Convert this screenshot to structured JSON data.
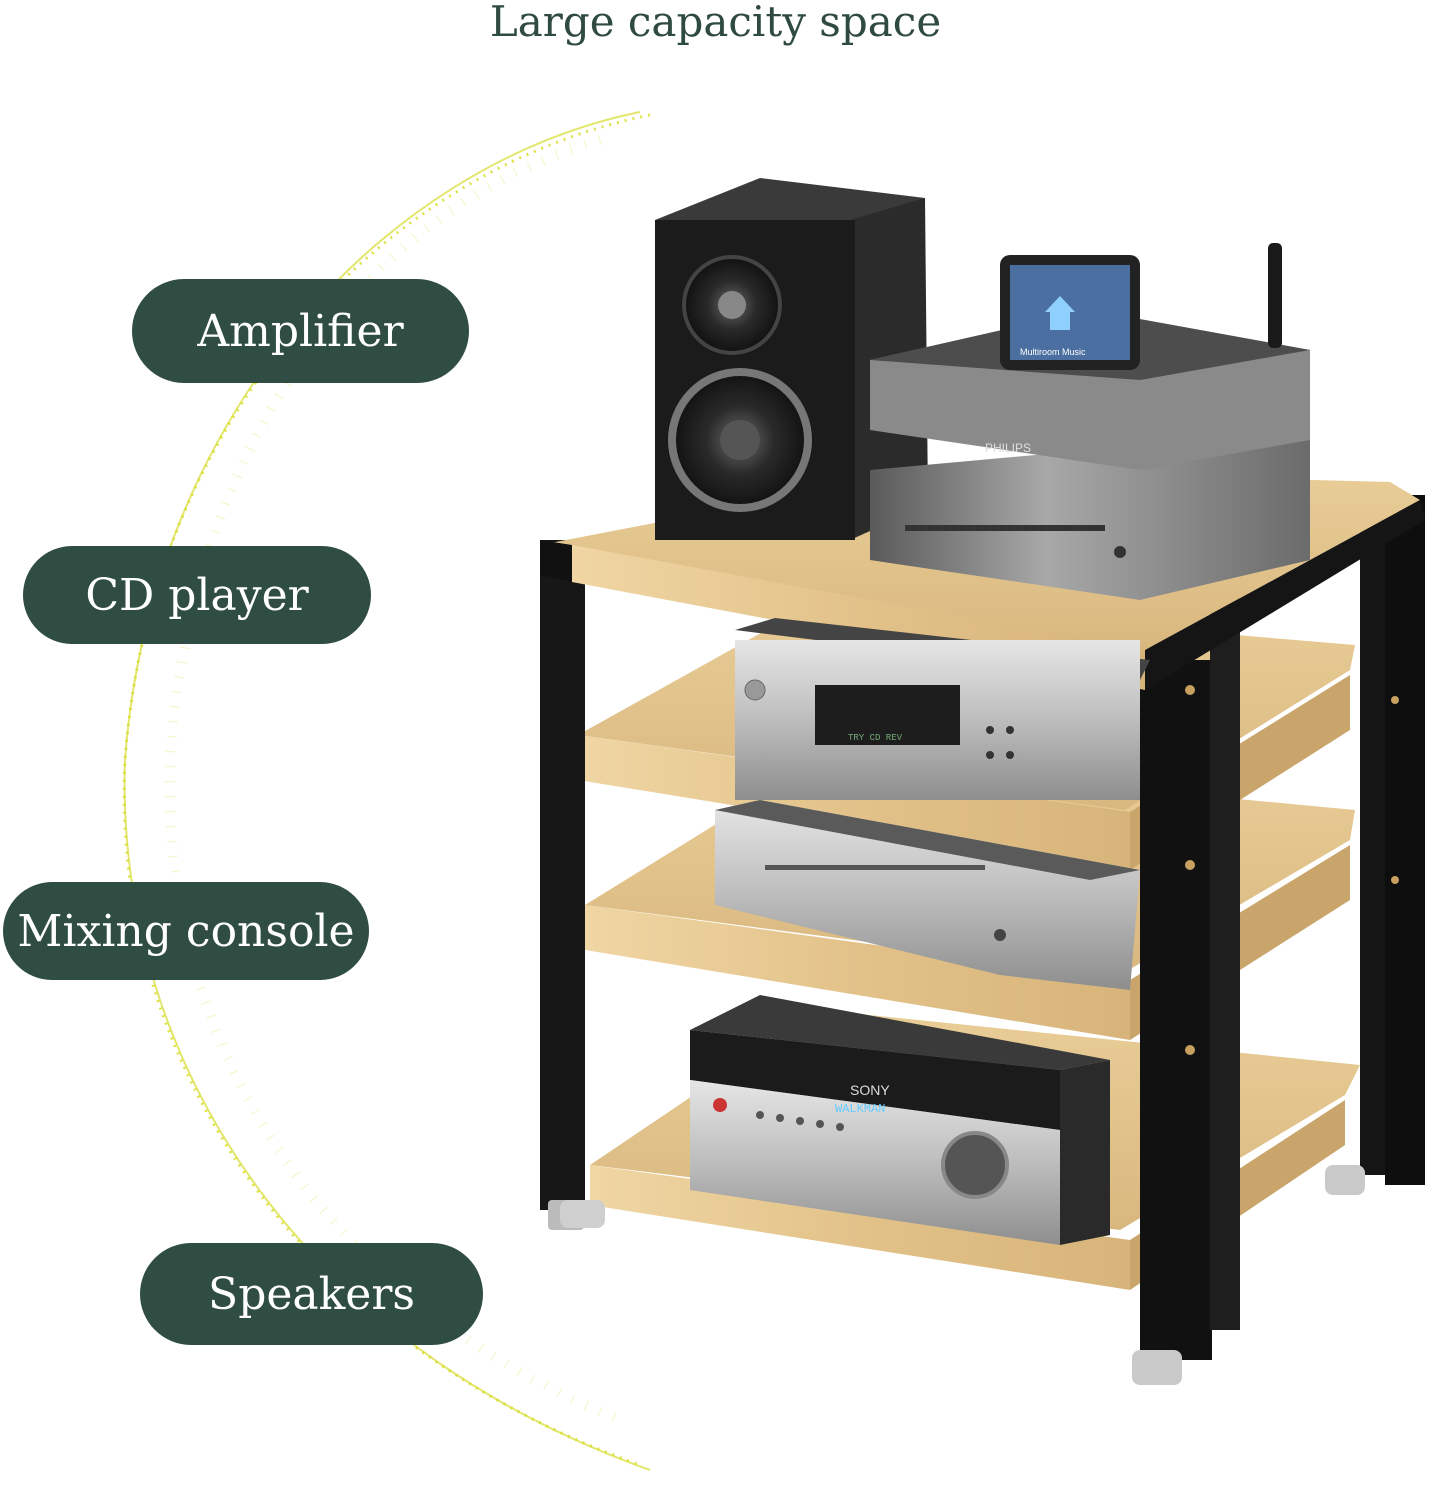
{
  "header": {
    "title": "Large capacity space"
  },
  "labels": [
    {
      "text": "Amplifier"
    },
    {
      "text": "CD player"
    },
    {
      "text": "Mixing console"
    },
    {
      "text": "Speakers"
    }
  ],
  "devices": {
    "top_brand": "PHILIPS",
    "screen_text": "Multiroom Music",
    "bottom_brand": "SONY",
    "bottom_display": "WALKMAN"
  },
  "colors": {
    "pill": "#2f4d42",
    "title": "#2f4a3f",
    "arc": "#d8de3a",
    "frame": "#141414",
    "wood": "#e3c48c"
  }
}
